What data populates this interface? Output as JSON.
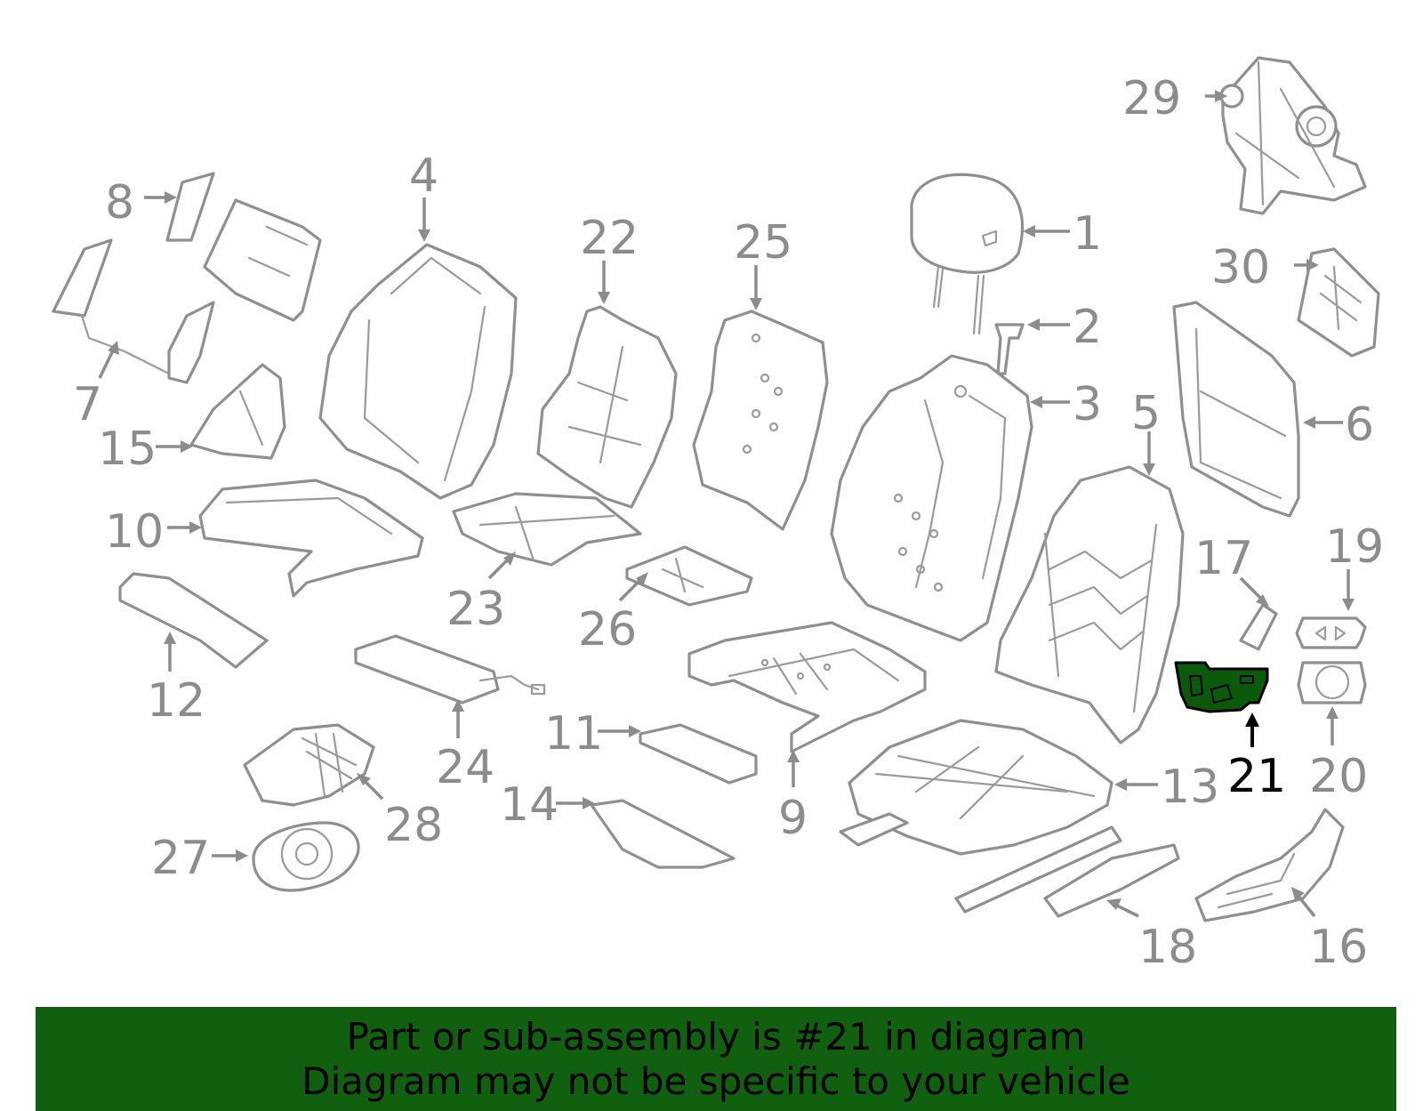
{
  "diagram": {
    "highlight_callout": "21",
    "highlight_color": "#0b5a0b",
    "banner_color": "#11600f",
    "line_color": "#8f8f8f",
    "callouts": [
      "1",
      "2",
      "3",
      "4",
      "5",
      "6",
      "7",
      "8",
      "9",
      "10",
      "11",
      "12",
      "13",
      "14",
      "15",
      "16",
      "17",
      "18",
      "19",
      "20",
      "21",
      "22",
      "23",
      "24",
      "25",
      "26",
      "27",
      "28",
      "29",
      "30"
    ]
  },
  "banner": {
    "line1": "Part or sub-assembly is #21 in diagram",
    "line2": "Diagram may not be specific to your vehicle"
  }
}
